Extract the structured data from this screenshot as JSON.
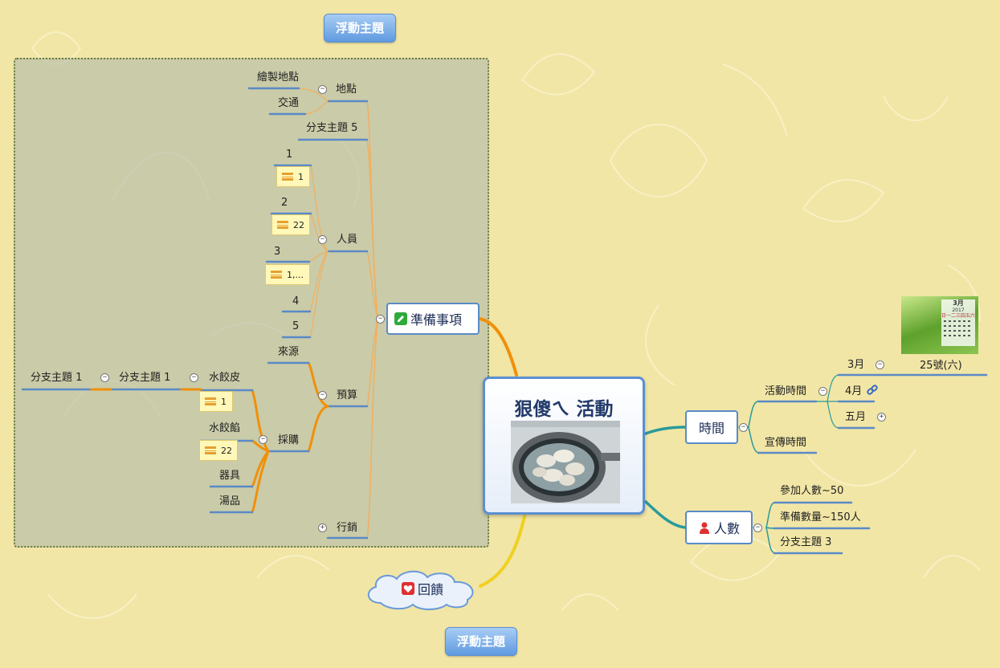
{
  "floating_topics": {
    "top": "浮動主題",
    "bottom": "浮動主題"
  },
  "central": {
    "title": "狠傻ㄟ 活動"
  },
  "prep": {
    "label": "準備事項",
    "location": {
      "label": "地點",
      "children": [
        "繪製地點",
        "交通"
      ]
    },
    "branch5": "分支主題 5",
    "people": {
      "label": "人員",
      "items": [
        "1",
        "2",
        "3",
        "4",
        "5"
      ],
      "notes": [
        "1",
        "22",
        "1,..."
      ]
    },
    "budget": {
      "label": "預算",
      "source": "來源"
    },
    "purchase": {
      "label": "採購",
      "items": [
        "水餃皮",
        "水餃餡",
        "器具",
        "湯品"
      ],
      "notes": [
        "1",
        "22"
      ],
      "sub1": "分支主題 1",
      "sub2": "分支主題 1"
    },
    "marketing": "行銷"
  },
  "time": {
    "label": "時間",
    "activity_time": "活動時間",
    "promo_time": "宣傳時間",
    "months": [
      "3月",
      "4月",
      "五月"
    ],
    "date": "25號(六)"
  },
  "people_count": {
    "label": "人數",
    "children": [
      "參加人數~50",
      "準備數量~150人",
      "分支主題 3"
    ]
  },
  "feedback": {
    "label": "回饋"
  },
  "calendar": {
    "month": "3月",
    "year": "2017",
    "weekdays": "日一二三四五六"
  },
  "toggle_symbols": {
    "collapse": "−",
    "expand": "+"
  },
  "colors": {
    "background": "#f1e6a6",
    "boundary": "rgba(170,180,170,0.55)",
    "orange": "#f0900a",
    "light_orange": "#f0b060",
    "teal": "#2a9a9a",
    "blue_line": "#5a8ac6",
    "yellow": "#f0d020"
  }
}
